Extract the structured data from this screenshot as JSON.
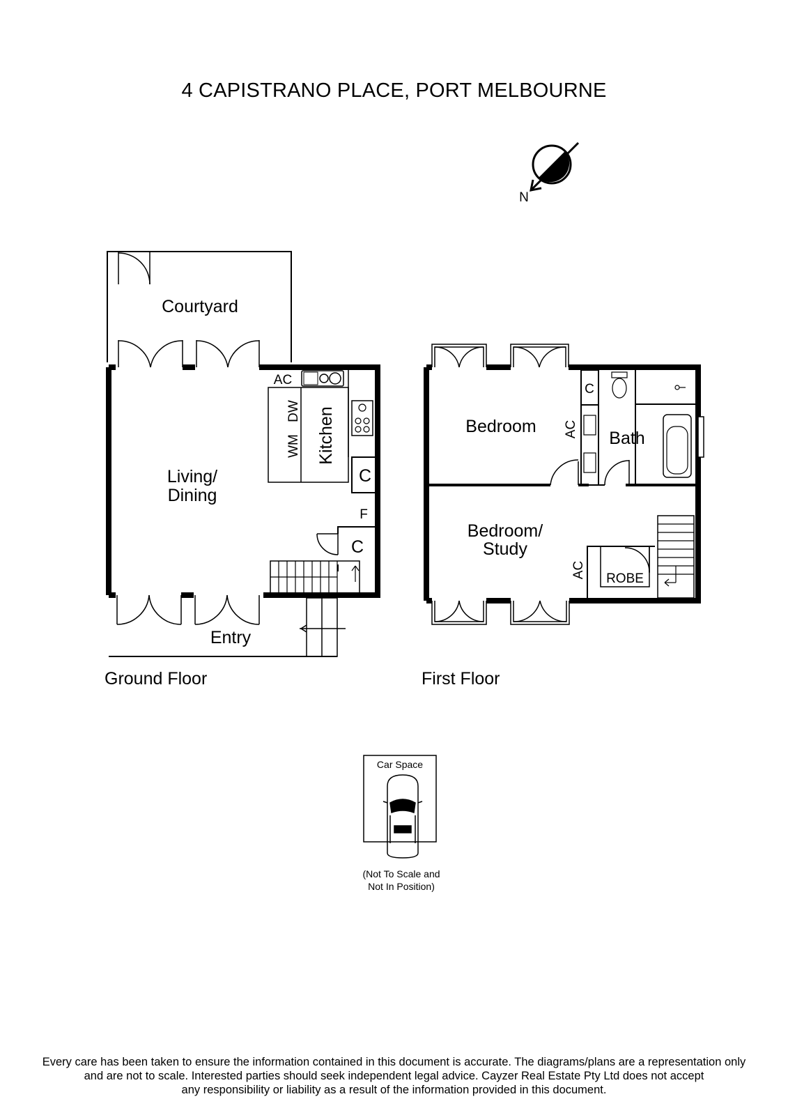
{
  "title": "4 CAPISTRANO PLACE, PORT MELBOURNE",
  "compass": {
    "label": "N",
    "icon": "north-arrow-icon"
  },
  "ground_floor": {
    "label": "Ground Floor",
    "rooms": {
      "courtyard": "Courtyard",
      "living_line1": "Living/",
      "living_line2": "Dining",
      "kitchen": "Kitchen",
      "entry": "Entry",
      "ac": "AC",
      "dw": "DW",
      "wm": "WM",
      "c1": "C",
      "f": "F",
      "c2": "C"
    }
  },
  "first_floor": {
    "label": "First Floor",
    "rooms": {
      "bedroom": "Bedroom",
      "bath": "Bath",
      "bedroom2_line1": "Bedroom/",
      "bedroom2_line2": "Study",
      "robe": "ROBE",
      "ac1": "AC",
      "ac2": "AC",
      "c": "C"
    }
  },
  "car_space": {
    "label": "Car Space",
    "note_line1": "(Not To Scale and",
    "note_line2": "Not In Position)"
  },
  "disclaimer": {
    "line1": "Every care has been taken to ensure the information contained in this document is accurate. The diagrams/plans are a representation only",
    "line2": "and are not to scale. Interested parties should seek independent legal advice. Cayzer Real Estate Pty Ltd does not accept",
    "line3": "any responsibility or liability as a result of the information provided in this document."
  }
}
